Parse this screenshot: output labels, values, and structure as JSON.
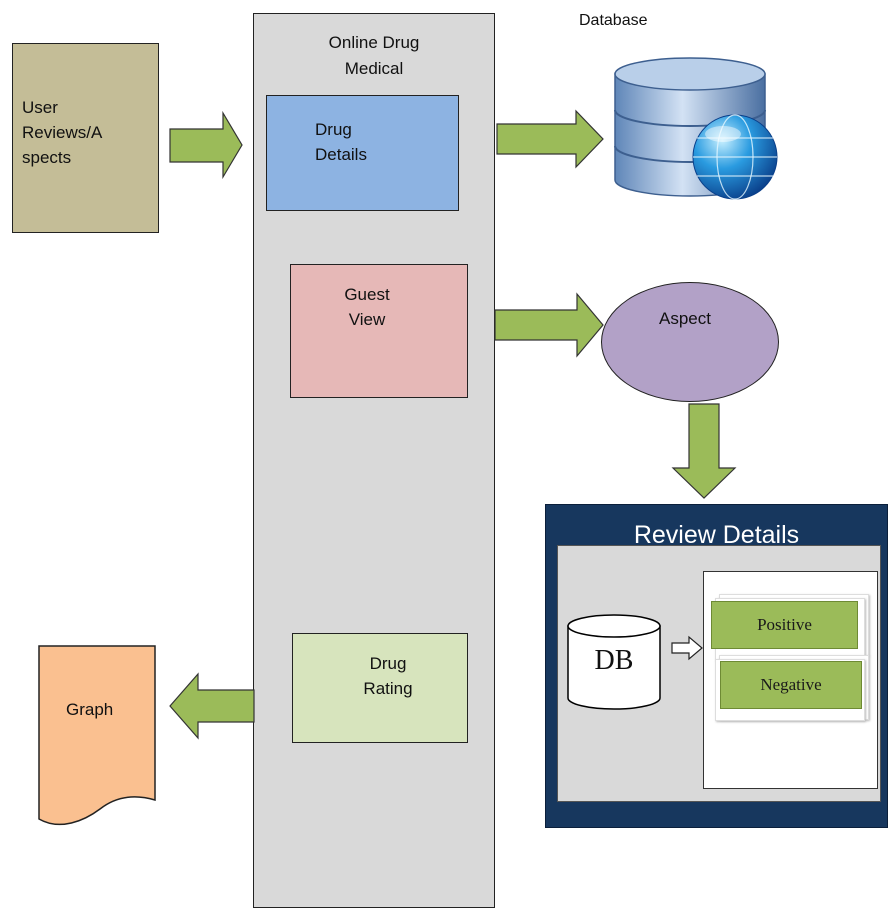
{
  "inputs": {
    "user_reviews_label": "User\nReviews/A\nspects"
  },
  "system": {
    "title": "Online Drug\nMedical",
    "drug_details_label": "Drug\nDetails",
    "guest_view_label": "Guest\nView",
    "drug_rating_label": "Drug\nRating"
  },
  "database": {
    "label": "Database",
    "icon": "database-globe-icon"
  },
  "aspect": {
    "label": "Aspect"
  },
  "review_details": {
    "title": "Review Details",
    "db_label": "DB",
    "positive_label": "Positive",
    "negative_label": "Negative"
  },
  "output": {
    "graph_label": "Graph"
  },
  "colors": {
    "arrow_fill": "#9bbb59",
    "user_reviews": "#c4bd97",
    "system_column": "#d9d9d9",
    "drug_details": "#8db3e2",
    "guest_view": "#e6b8b7",
    "drug_rating": "#d7e4bd",
    "aspect": "#b2a1c7",
    "review_panel": "#17375e",
    "graph": "#fac090"
  }
}
